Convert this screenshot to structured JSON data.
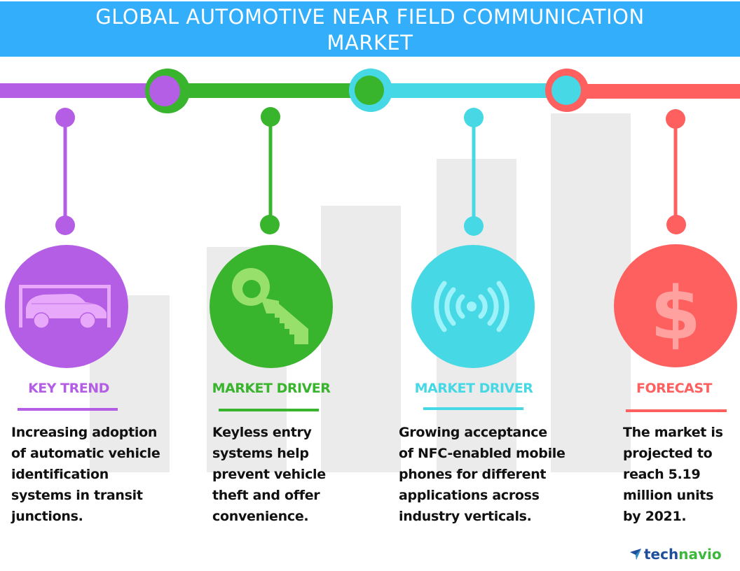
{
  "header": {
    "title_line1": "GLOBAL AUTOMOTIVE NEAR FIELD COMMUNICATION",
    "title_line2": "MARKET",
    "background_color": "#33aefa"
  },
  "sections": [
    {
      "label": "KEY TREND",
      "color": "#b35ee4",
      "icon": "car-in-garage-icon",
      "icon_color": "#e9a9fb",
      "description": "Increasing adoption\nof automatic vehicle\nidentification\nsystems in transit\njunctions."
    },
    {
      "label": "MARKET DRIVER",
      "color": "#39b42d",
      "icon": "key-icon",
      "icon_color": "#97e06b",
      "description": "Keyless entry\nsystems help\nprevent vehicle\ntheft and offer\nconvenience."
    },
    {
      "label": "MARKET DRIVER",
      "color": "#46d8e4",
      "icon": "nfc-signal-icon",
      "icon_color": "#9ef3fb",
      "description": "Growing acceptance\nof NFC-enabled mobile\nphones for different\napplications across\nindustry verticals."
    },
    {
      "label": "FORECAST",
      "color": "#fe5f5f",
      "icon": "dollar-icon",
      "icon_color": "#ffa19f",
      "description": "The market is\nprojected to\nreach 5.19\nmillion units\nby 2021."
    }
  ],
  "background_bar_color": "#ebebeb",
  "logo": {
    "part1": "tech",
    "part2": "navio",
    "icon": "technavio-arrow-icon"
  }
}
